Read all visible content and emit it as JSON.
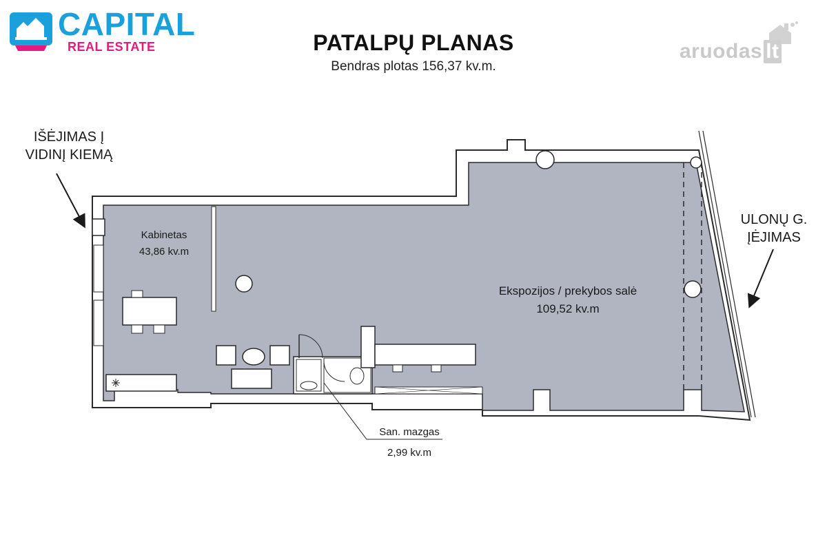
{
  "branding": {
    "company_name": "CAPITAL",
    "company_tagline": "REAL ESTATE",
    "watermark_name": "aruodas",
    "watermark_tld": "lt"
  },
  "header": {
    "title": "PATALPŲ PLANAS",
    "subtitle": "Bendras plotas 156,37 kv.m."
  },
  "callouts": {
    "courtyard_exit_line1": "IŠĖJIMAS Į",
    "courtyard_exit_line2": "VIDINĮ KIEMĄ",
    "street_entrance_line1": "ULONŲ G.",
    "street_entrance_line2": "ĮĖJIMAS"
  },
  "rooms": {
    "office_name": "Kabinetas",
    "office_area": "43,86 kv.m",
    "hall_name": "Ekspozijos / prekybos salė",
    "hall_area": "109,52 kv.m",
    "wc_name": "San. mazgas",
    "wc_area": "2,99 kv.m"
  },
  "colors": {
    "floor": "#b1b5c2",
    "wall": "#2a2a2a",
    "brand_blue": "#1ba0db",
    "brand_pink": "#e6197d",
    "watermark": "#c9c9c9"
  }
}
